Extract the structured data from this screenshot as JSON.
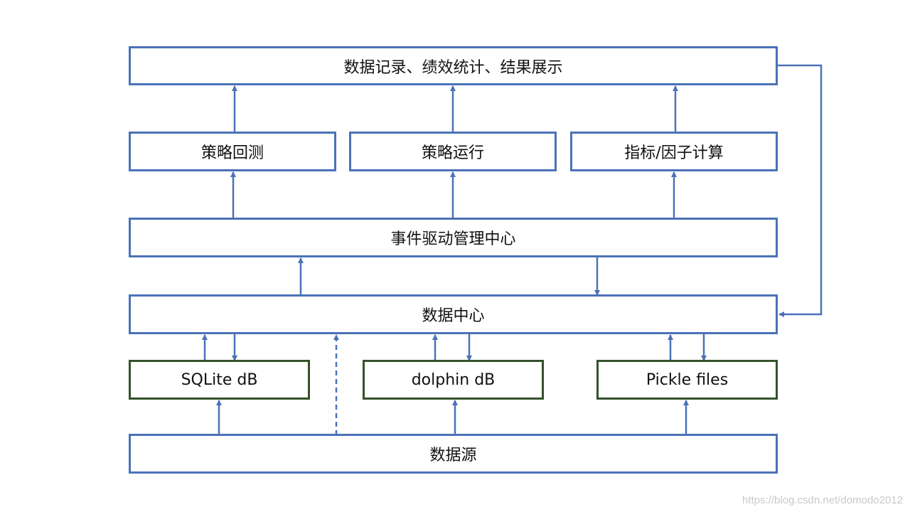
{
  "colors": {
    "box_border": "#4a72b8",
    "db_border": "#34522a",
    "arrow": "#4a72b8"
  },
  "boxes": {
    "output": "数据记录、绩效统计、结果展示",
    "backtest": "策略回测",
    "strategy_run": "策略运行",
    "indicator": "指标/因子计算",
    "event_engine": "事件驱动管理中心",
    "data_center": "数据中心",
    "sqlite": "SQLite dB",
    "dolphin": "dolphin dB",
    "pickle": "Pickle files",
    "data_source": "数据源"
  },
  "watermark": "https://blog.csdn.net/domodo2012"
}
